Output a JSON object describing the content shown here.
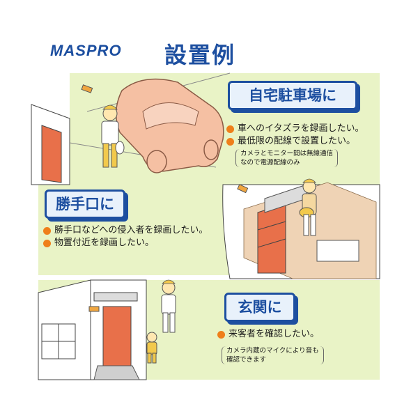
{
  "header": {
    "logo": "MASPRO",
    "title": "設置例"
  },
  "sections": [
    {
      "heading": "自宅駐車場に",
      "bullets": [
        "車へのイタズラを録画したい。",
        "最低限の配線で設置したい。"
      ],
      "note": [
        "カメラとモニター間は無線通信",
        "なので電源配線のみ"
      ]
    },
    {
      "heading": "勝手口に",
      "bullets": [
        "勝手口などへの侵入者を録画したい。",
        "物置付近を録画したい。"
      ]
    },
    {
      "heading": "玄関に",
      "bullets": [
        "来客者を確認したい。"
      ],
      "note": [
        "カメラ内蔵のマイクにより音も",
        "確認できます"
      ]
    }
  ],
  "colors": {
    "brand": "#1d4fa0",
    "accent": "#ef7f1a",
    "lawn": "#e9f3c6",
    "wall": "#e8704a",
    "car": "#f5c0a3"
  }
}
